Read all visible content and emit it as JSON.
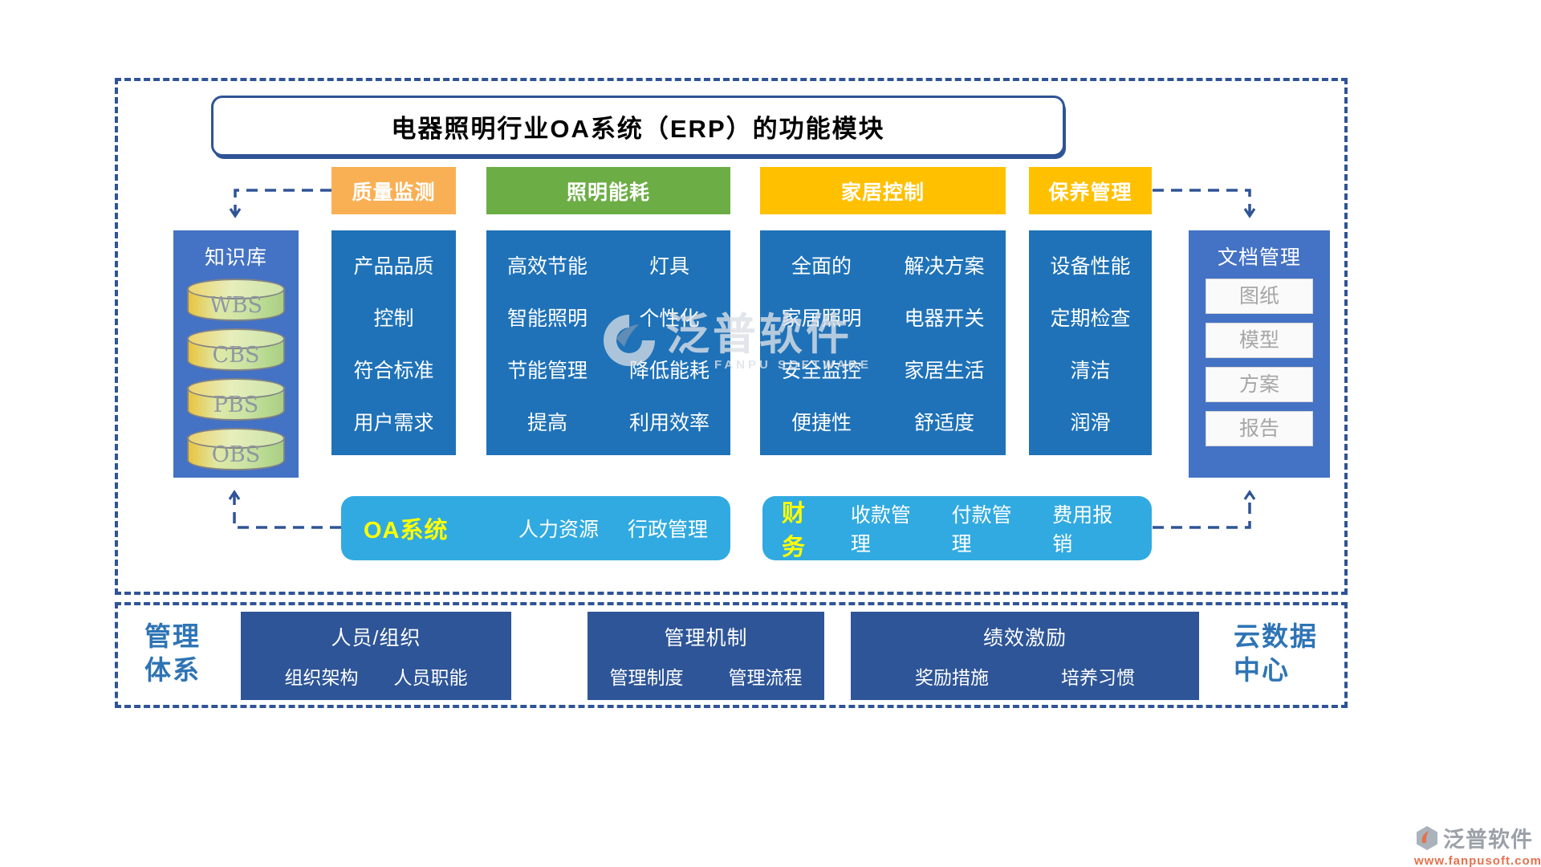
{
  "title": "电器照明行业OA系统（ERP）的功能模块",
  "colors": {
    "frame_dashed": "#2F5496",
    "column_blue": "#1F72B8",
    "panel_blue": "#4472C4",
    "row_light_blue": "#31AAE1",
    "bottom_box_blue": "#2E5597",
    "header_orange": "#F9B055",
    "header_green": "#6CAE45",
    "header_gold": "#FFC000",
    "highlight_yellow": "#FFFF00",
    "side_label_blue": "#2E74B5",
    "cylinder_green": "#C4E0A0",
    "cylinder_yellow": "#E9C33D"
  },
  "left_panel": {
    "title": "知识库",
    "cylinders": [
      "WBS",
      "CBS",
      "PBS",
      "OBS"
    ]
  },
  "right_panel": {
    "title": "文档管理",
    "items": [
      "图纸",
      "模型",
      "方案",
      "报告"
    ]
  },
  "columns": [
    {
      "header": "质量监测",
      "header_color": "#F9B055",
      "lists": [
        [
          "产品品质",
          "控制",
          "符合标准",
          "用户需求"
        ]
      ]
    },
    {
      "header": "照明能耗",
      "header_color": "#6CAE45",
      "lists": [
        [
          "高效节能",
          "智能照明",
          "节能管理",
          "提高"
        ],
        [
          "灯具",
          "个性化",
          "降低能耗",
          "利用效率"
        ]
      ]
    },
    {
      "header": "家居控制",
      "header_color": "#FFC000",
      "lists": [
        [
          "全面的",
          "家居照明",
          "安全监控",
          "便捷性"
        ],
        [
          "解决方案",
          "电器开关",
          "家居生活",
          "舒适度"
        ]
      ]
    },
    {
      "header": "保养管理",
      "header_color": "#FFC000",
      "lists": [
        [
          "设备性能",
          "定期检查",
          "清洁",
          "润滑"
        ]
      ]
    }
  ],
  "oa_row": {
    "label": "OA系统",
    "items": [
      "人力资源",
      "行政管理"
    ]
  },
  "finance_row": {
    "label": "财务",
    "items": [
      "收款管理",
      "付款管理",
      "费用报销"
    ]
  },
  "bottom": {
    "left_label": [
      "管理",
      "体系"
    ],
    "right_label": [
      "云数据",
      "中心"
    ],
    "boxes": [
      {
        "title": "人员/组织",
        "items": [
          "组织架构",
          "人员职能"
        ]
      },
      {
        "title": "管理机制",
        "items": [
          "管理制度",
          "管理流程"
        ]
      },
      {
        "title": "绩效激励",
        "items": [
          "奖励措施",
          "培养习惯"
        ]
      }
    ]
  },
  "watermark_center": {
    "text": "泛普软件",
    "subtext": "FANPU SOFTWARE"
  },
  "watermark_corner": {
    "text": "泛普软件",
    "url": "www.fanpusoft.com"
  }
}
